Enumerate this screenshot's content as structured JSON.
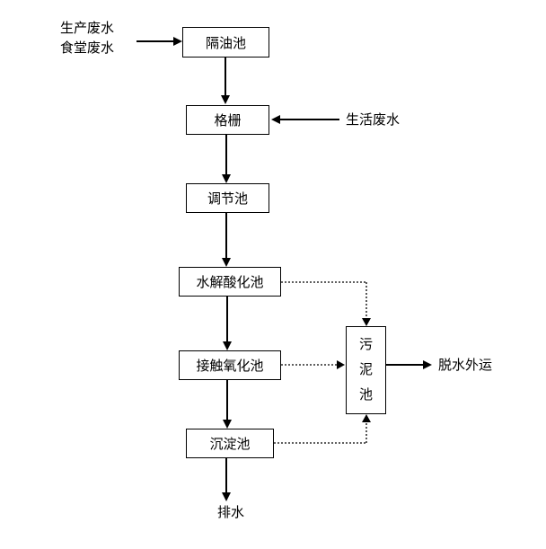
{
  "diagram": {
    "title": "wastewater-treatment-process-flow",
    "inputs": {
      "production_wastewater": "生产废水",
      "canteen_wastewater": "食堂废水",
      "domestic_wastewater": "生活废水"
    },
    "boxes": {
      "oil_separator": "隔油池",
      "screen": "格栅",
      "regulating_tank": "调节池",
      "hydrolysis_acidification_tank": "水解酸化池",
      "contact_oxidation_tank": "接触氧化池",
      "sedimentation_tank": "沉淀池",
      "sludge_tank": "污泥池"
    },
    "outputs": {
      "drainage": "排水",
      "dewater_transport": "脱水外运"
    },
    "colors": {
      "line": "#000000",
      "background": "#ffffff"
    }
  }
}
